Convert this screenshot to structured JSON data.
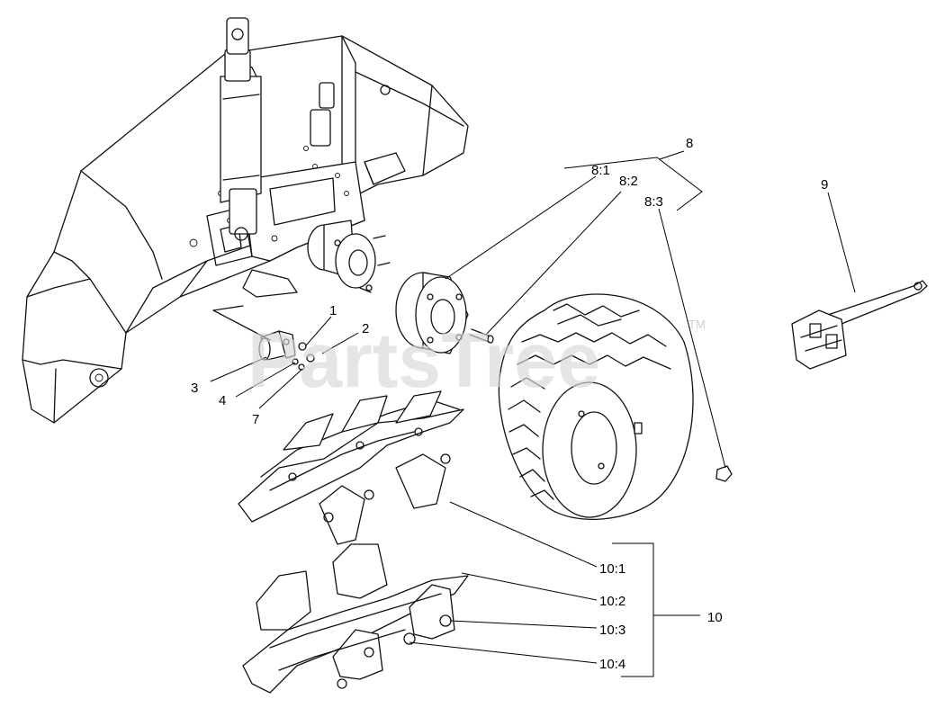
{
  "watermark": {
    "text": "PartsTree",
    "trademark": "TM"
  },
  "callouts": [
    {
      "id": "1",
      "text": "1"
    },
    {
      "id": "2",
      "text": "2"
    },
    {
      "id": "3",
      "text": "3"
    },
    {
      "id": "4",
      "text": "4"
    },
    {
      "id": "7",
      "text": "7"
    },
    {
      "id": "8",
      "text": "8"
    },
    {
      "id": "8_1",
      "text": "8:1"
    },
    {
      "id": "8_2",
      "text": "8:2"
    },
    {
      "id": "8_3",
      "text": "8:3"
    },
    {
      "id": "9",
      "text": "9"
    },
    {
      "id": "10",
      "text": "10"
    },
    {
      "id": "10_1",
      "text": "10:1"
    },
    {
      "id": "10_2",
      "text": "10:2"
    },
    {
      "id": "10_3",
      "text": "10:3"
    },
    {
      "id": "10_4",
      "text": "10:4"
    }
  ]
}
